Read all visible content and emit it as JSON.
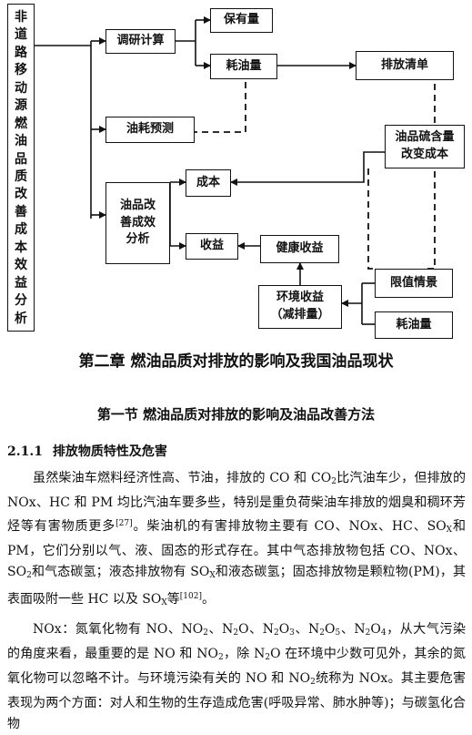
{
  "diagram": {
    "vertical_label": "非道路移动源燃油品质改善成本效益分析",
    "research_calc": "调研计算",
    "ownership": "保有量",
    "fuel_consumption_top": "耗油量",
    "emission_inventory": "排放清单",
    "fuel_forecast": "油耗预测",
    "fuel_improve_analysis": "油品改善成效分析",
    "cost": "成本",
    "sulfur_change_cost": "油品硫含量改变成本",
    "benefit": "收益",
    "health_benefit": "健康收益",
    "limit_scenario": "限值情景",
    "env_benefit_line1": "环境收益",
    "env_benefit_line2": "（减排量）",
    "fuel_consumption_bottom": "耗油量"
  },
  "chapter_title": "第二章 燃油品质对排放的影响及我国油品现状",
  "section_title": "第一节 燃油品质对排放的影响及油品改善方法",
  "subsection": {
    "number": "2.1.1",
    "title": "排放物质特性及危害"
  },
  "paragraph1": {
    "a": "虽然柴油车燃料经济性高、节油，排放的 CO 和 CO",
    "a_sub": "2",
    "b": "比汽油车少，但排放的 NOx、HC 和 PM 均比汽油车要多些，特别是重负荷柴油车排放的烟臭和稠环芳烃等有害物质更多",
    "ref1": "[27]",
    "c": "。柴油机的有害排放物主要有 CO、NOx、HC、SO",
    "c_sub": "X",
    "d": "和 PM，它们分别以气、液、固态的形式存在。其中气态排放物包括 CO、NOx、SO",
    "d_sub": "2",
    "e": "和气态碳氢；液态排放物有 SO",
    "e_sub": "X",
    "f": "和液态碳氢；固态排放物是颗粒物(PM)，其表面吸附一些 HC 以及 SO",
    "f_sub": "X",
    "g": "等",
    "ref2": "[102]",
    "h": "。"
  },
  "paragraph2": {
    "a": "NOx：氮氧化物有 NO、NO",
    "s1": "2",
    "b": "、N",
    "s2": "2",
    "c": "O、N",
    "s3": "2",
    "d": "O",
    "s4": "3",
    "e": "、N",
    "s5": "2",
    "f": "O",
    "s6": "5",
    "g": "、N",
    "s7": "2",
    "h": "O",
    "s8": "4",
    "i": "，从大气污染的角度来看，最重要的是 NO 和 NO",
    "s9": "2",
    "j": "，除 N",
    "s10": "2",
    "k": "O 在环境中少数可见外，其余的氮氧化物可以忽略不计。与环境污染有关的 NO 和 NO",
    "s11": "2",
    "l": "统称为 NOx。其主要危害表现为两个方面：对人和生物的生存造成危害(呼吸异常、肺水肿等)；与碳氢化合物"
  }
}
